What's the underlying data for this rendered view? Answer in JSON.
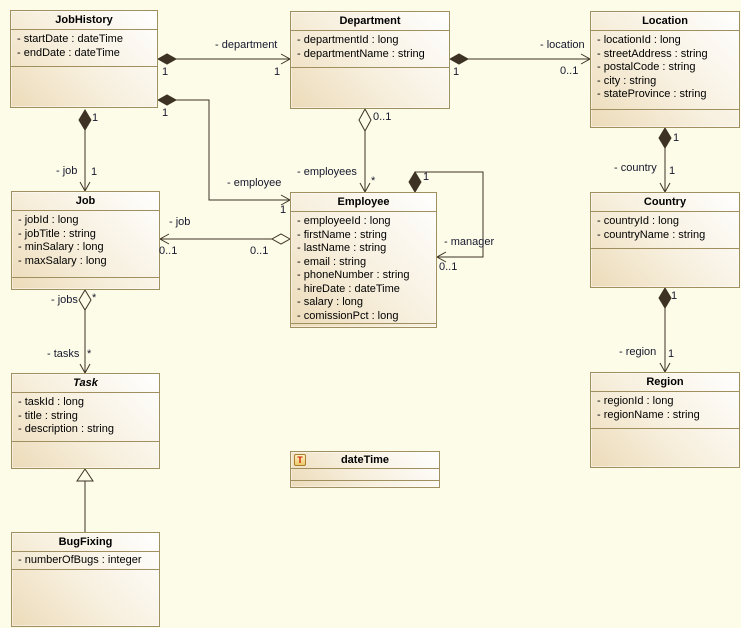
{
  "diagram_type": "uml-class-diagram",
  "style": {
    "canvas_background": "#fcfce8",
    "box_fill_from": "#ecdbb9",
    "box_fill_to": "#ffffff",
    "box_border": "#a08f5f",
    "line_color": "#3d3223",
    "label_color": "#17172e",
    "badge_letter_color": "#cc1c00"
  },
  "classes": [
    {
      "name": "JobHistory",
      "attributes": [
        "- startDate : dateTime",
        "- endDate : dateTime"
      ]
    },
    {
      "name": "Department",
      "attributes": [
        "- departmentId : long",
        "- departmentName : string"
      ]
    },
    {
      "name": "Location",
      "attributes": [
        "- locationId : long",
        "- streetAddress : string",
        "- postalCode : string",
        "- city : string",
        "- stateProvince : string"
      ]
    },
    {
      "name": "Job",
      "attributes": [
        "- jobId : long",
        "- jobTitle : string",
        "- minSalary : long",
        "- maxSalary : long"
      ]
    },
    {
      "name": "Employee",
      "attributes": [
        "- employeeId : long",
        "- firstName : string",
        "- lastName : string",
        "- email : string",
        "- phoneNumber : string",
        "- hireDate : dateTime",
        "- salary : long",
        "- comissionPct : long"
      ]
    },
    {
      "name": "Country",
      "attributes": [
        "- countryId : long",
        "- countryName : string"
      ]
    },
    {
      "name": "Task",
      "abstract": true,
      "attributes": [
        "- taskId : long",
        "- title : string",
        "- description : string"
      ]
    },
    {
      "name": "Region",
      "attributes": [
        "- regionId : long",
        "- regionName : string"
      ]
    },
    {
      "name": "dateTime",
      "badge": "T",
      "attributes": []
    },
    {
      "name": "BugFixing",
      "attributes": [
        "- numberOfBugs : integer"
      ]
    }
  ],
  "connectors": {
    "jobhistory_department": {
      "role": "- department",
      "source_mult": "1",
      "target_mult": "1"
    },
    "jobhistory_employee": {
      "role": "- employee",
      "source_mult": "1",
      "target_mult": "1"
    },
    "department_location": {
      "role": "- location",
      "source_mult": "1",
      "target_mult": "0..1"
    },
    "department_employees": {
      "role": "- employees",
      "source_mult": "0..1",
      "target_mult": "*"
    },
    "job_employee": {
      "role": "- job",
      "job_mult": "0..1",
      "employee_mult": "0..1"
    },
    "employee_manager": {
      "role": "- manager",
      "source_mult": "1",
      "target_mult": "0..1"
    },
    "location_country": {
      "role": "- country",
      "source_mult": "1",
      "target_mult": "1"
    },
    "country_region": {
      "role": "- region",
      "source_mult": "1",
      "target_mult": "1"
    },
    "jobhistory_job": {
      "role": "- job",
      "source_mult": "1",
      "target_mult": "1"
    },
    "job_task": {
      "jobs_role": "- jobs",
      "jobs_mult": "*",
      "tasks_role": "- tasks",
      "tasks_mult": "*"
    }
  }
}
